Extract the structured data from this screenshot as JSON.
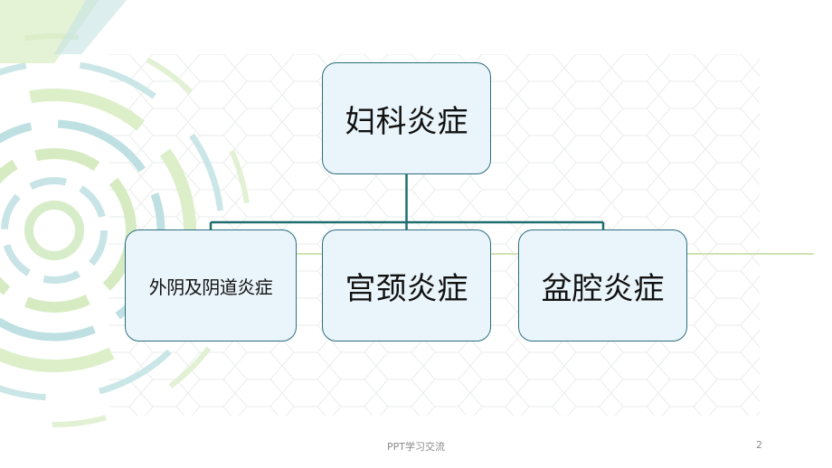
{
  "diagram": {
    "root": {
      "label": "妇科炎症"
    },
    "children": [
      {
        "label": "外阴及阴道炎症"
      },
      {
        "label": "宫颈炎症"
      },
      {
        "label": "盆腔炎症"
      }
    ]
  },
  "footer": {
    "text": "PPT学习交流",
    "page_number": "2"
  },
  "colors": {
    "node_fill": "#eaf5fb",
    "node_border": "#2c6e7f",
    "connector": "#1f6e6e",
    "decor_green": "#cfe6b4",
    "decor_teal": "#b9dfe0"
  }
}
